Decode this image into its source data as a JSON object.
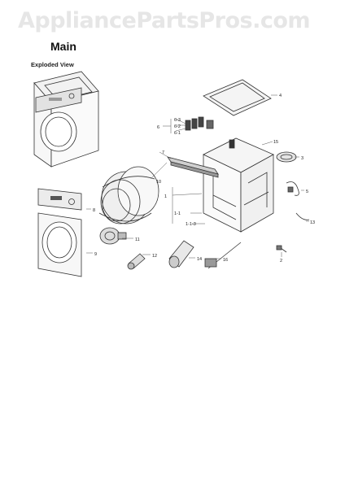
{
  "watermark": "AppliancePartsPros.com",
  "section_title": "Main",
  "view_title": "Exploded View",
  "callouts": [
    "1",
    "1-1",
    "1-1-3",
    "2",
    "3",
    "4",
    "5",
    "6",
    "6-1",
    "6-2",
    "6-3",
    "7",
    "8",
    "9",
    "10",
    "11",
    "12",
    "13",
    "14",
    "15",
    "16"
  ]
}
